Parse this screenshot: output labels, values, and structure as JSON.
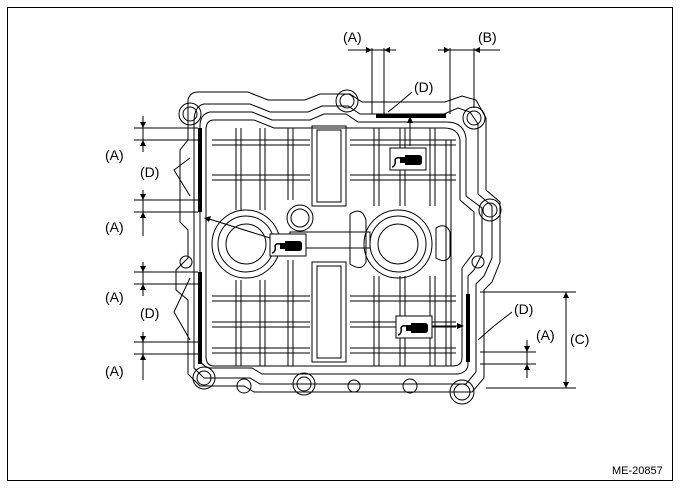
{
  "labels": {
    "A": "(A)",
    "B": "(B)",
    "C": "(C)",
    "D": "(D)"
  },
  "figure_code": "ME-20857",
  "colors": {
    "ink": "#000000",
    "paper": "#ffffff"
  },
  "icons": [
    "sealant-tube-icon"
  ]
}
